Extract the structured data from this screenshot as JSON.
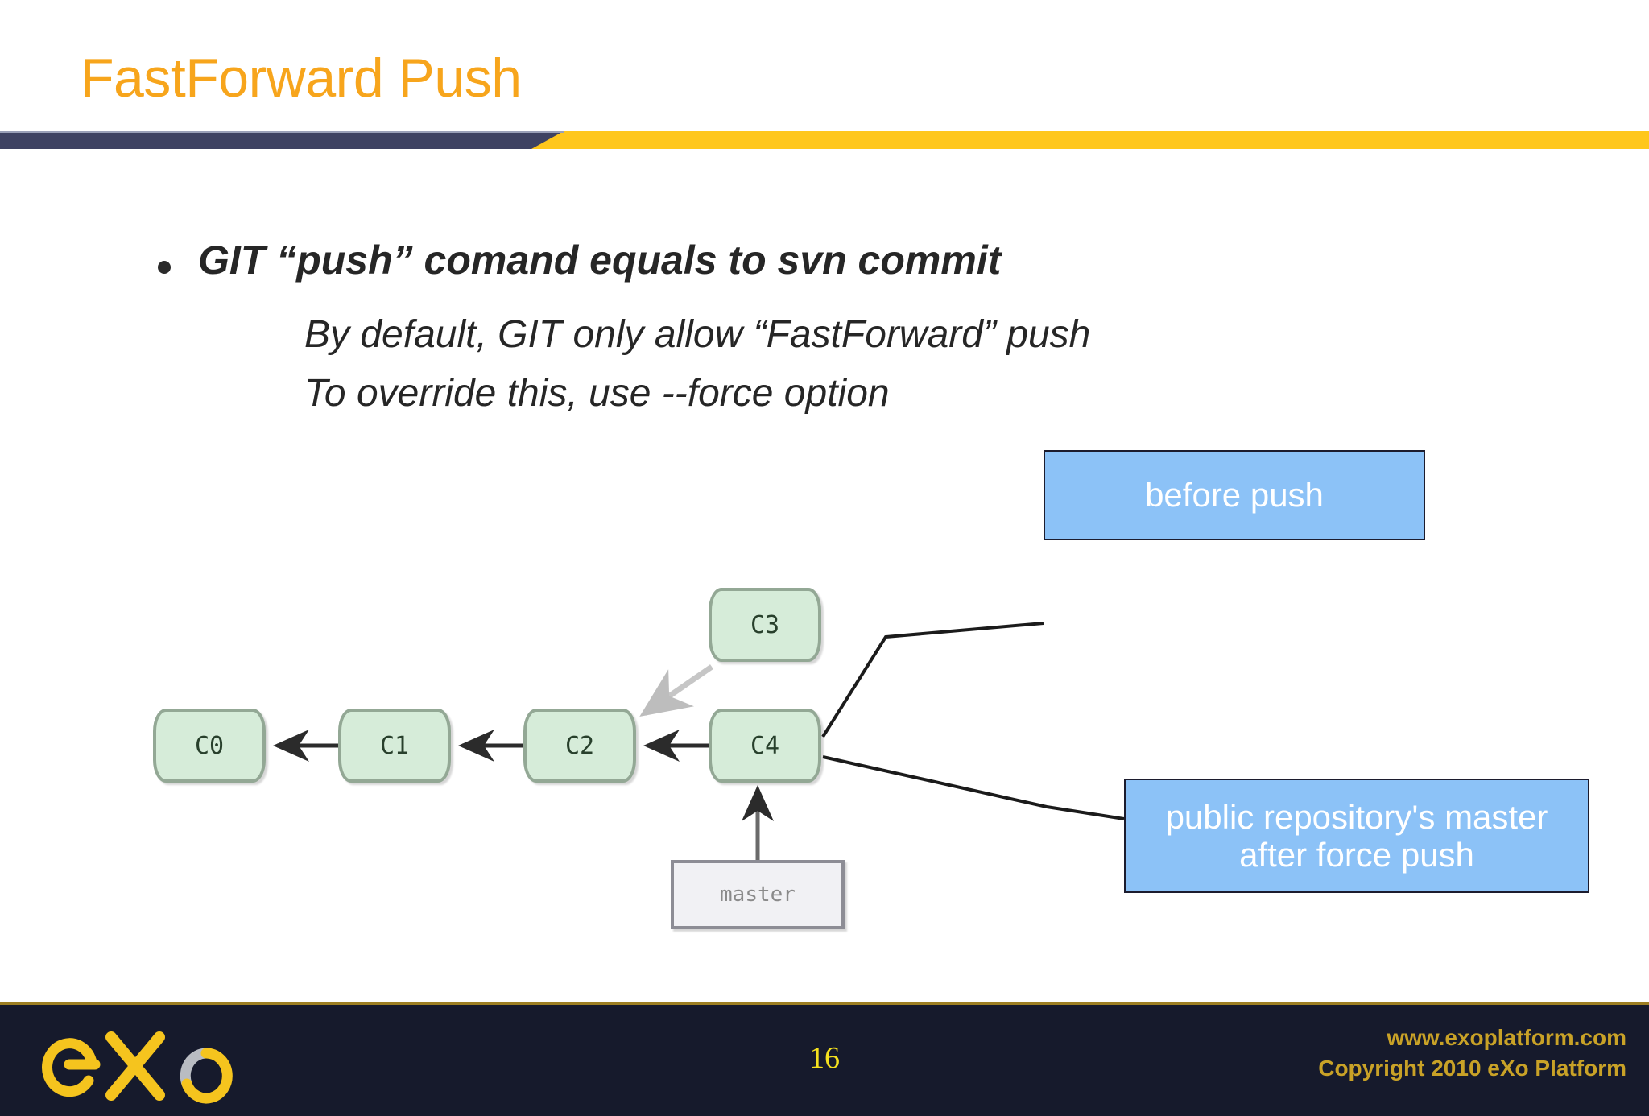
{
  "slide": {
    "title": "FastForward Push",
    "title_color": "#F7A51C",
    "divider": {
      "dark_color": "#3E4262",
      "accent_color": "#FFC71C"
    }
  },
  "content": {
    "bullet": "GIT “push” comand equals to svn commit",
    "subline_1": "By default, GIT only allow “FastForward” push",
    "subline_2": "To override this, use --force  option"
  },
  "diagram": {
    "type": "commit-graph",
    "node_fill": "#d6ecd9",
    "node_border": "#93a895",
    "nodes": [
      {
        "id": "c0",
        "label": "C0"
      },
      {
        "id": "c1",
        "label": "C1"
      },
      {
        "id": "c2",
        "label": "C2"
      },
      {
        "id": "c3",
        "label": "C3"
      },
      {
        "id": "c4",
        "label": "C4"
      }
    ],
    "branch_label": "master",
    "edges": [
      {
        "from": "C1",
        "to": "C0",
        "style": "solid"
      },
      {
        "from": "C2",
        "to": "C1",
        "style": "solid"
      },
      {
        "from": "C4",
        "to": "C2",
        "style": "solid"
      },
      {
        "from": "C3",
        "to": "C2",
        "style": "faded"
      },
      {
        "from": "master",
        "to": "C4",
        "style": "solid"
      }
    ]
  },
  "callouts": {
    "fill": "#8CC2F7",
    "before_push": "before push",
    "after_force_push_line_1": "public repository's master",
    "after_force_push_line_2": "after force push"
  },
  "footer": {
    "logo_text": "eXo",
    "page_number": "16",
    "website": "www.exoplatform.com",
    "copyright": "Copyright 2010 eXo Platform",
    "background": "#161a2c",
    "text_color": "#C9A227"
  }
}
